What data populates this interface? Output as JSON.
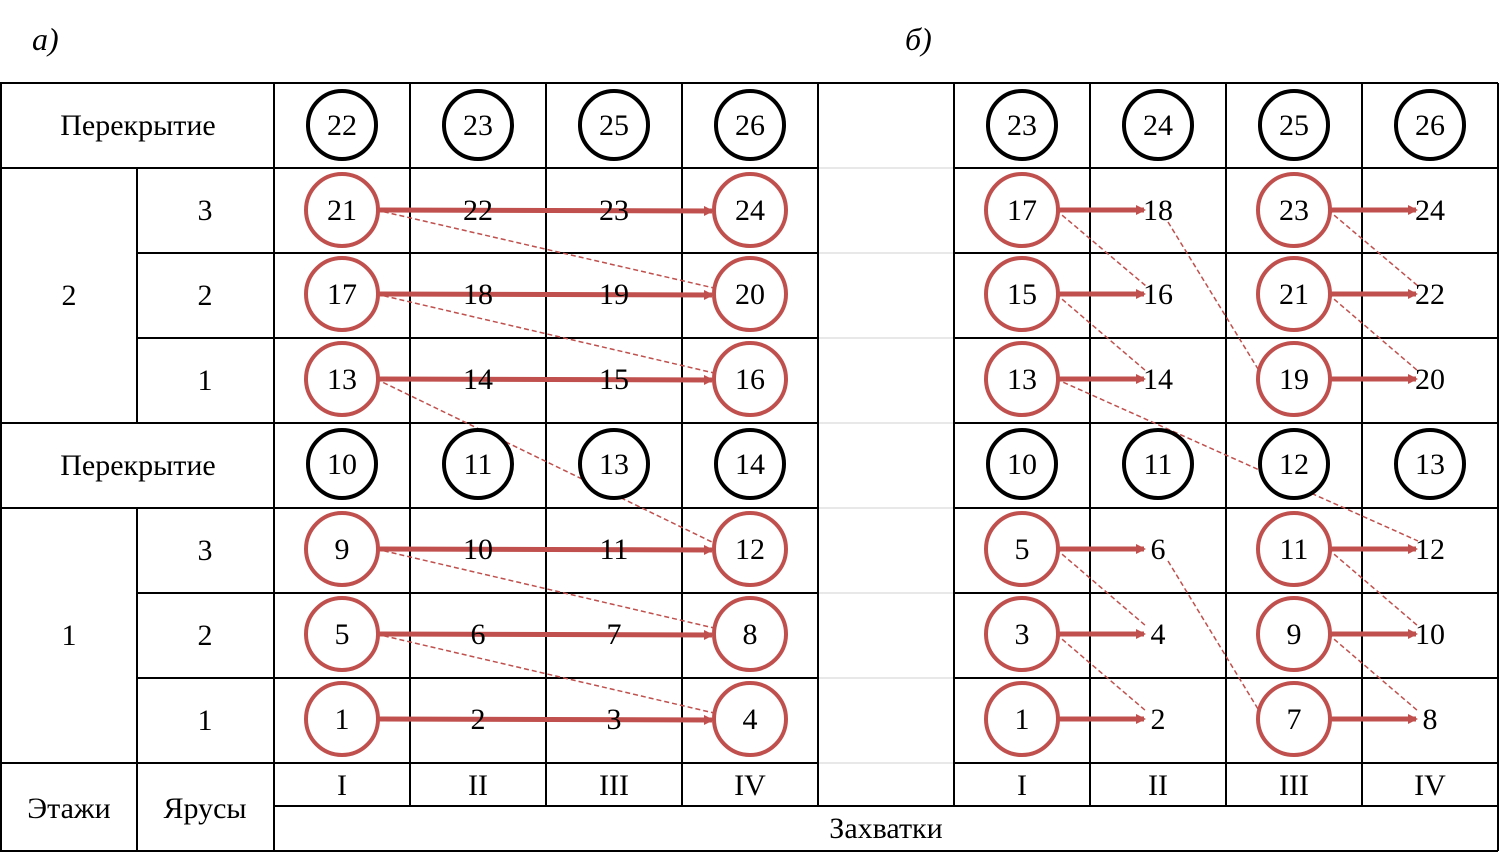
{
  "panels": {
    "a": {
      "label": "а)",
      "slab_values_upper": [
        "22",
        "23",
        "25",
        "26"
      ],
      "slab_values_lower": [
        "10",
        "11",
        "13",
        "14"
      ],
      "rows_upper": [
        [
          "21",
          "22",
          "23",
          "24"
        ],
        [
          "17",
          "18",
          "19",
          "20"
        ],
        [
          "13",
          "14",
          "15",
          "16"
        ]
      ],
      "rows_lower": [
        [
          "9",
          "10",
          "11",
          "12"
        ],
        [
          "5",
          "6",
          "7",
          "8"
        ],
        [
          "1",
          "2",
          "3",
          "4"
        ]
      ]
    },
    "b": {
      "label": "б)",
      "slab_values_upper": [
        "23",
        "24",
        "25",
        "26"
      ],
      "slab_values_lower": [
        "10",
        "11",
        "12",
        "13"
      ],
      "rows_upper": [
        [
          "17",
          "18",
          "23",
          "24"
        ],
        [
          "15",
          "16",
          "21",
          "22"
        ],
        [
          "13",
          "14",
          "19",
          "20"
        ]
      ],
      "rows_lower": [
        [
          "5",
          "6",
          "11",
          "12"
        ],
        [
          "3",
          "4",
          "9",
          "10"
        ],
        [
          "1",
          "2",
          "7",
          "8"
        ]
      ]
    }
  },
  "table": {
    "slab_label": "Перекрытие",
    "floors": [
      "2",
      "1"
    ],
    "tiers": [
      "3",
      "2",
      "1"
    ],
    "footer_floors": "Этажи",
    "footer_tiers": "Ярусы",
    "zones": [
      "I",
      "II",
      "III",
      "IV"
    ],
    "zones_label": "Захватки"
  },
  "colors": {
    "red": "#c0504d",
    "black": "#000000"
  }
}
